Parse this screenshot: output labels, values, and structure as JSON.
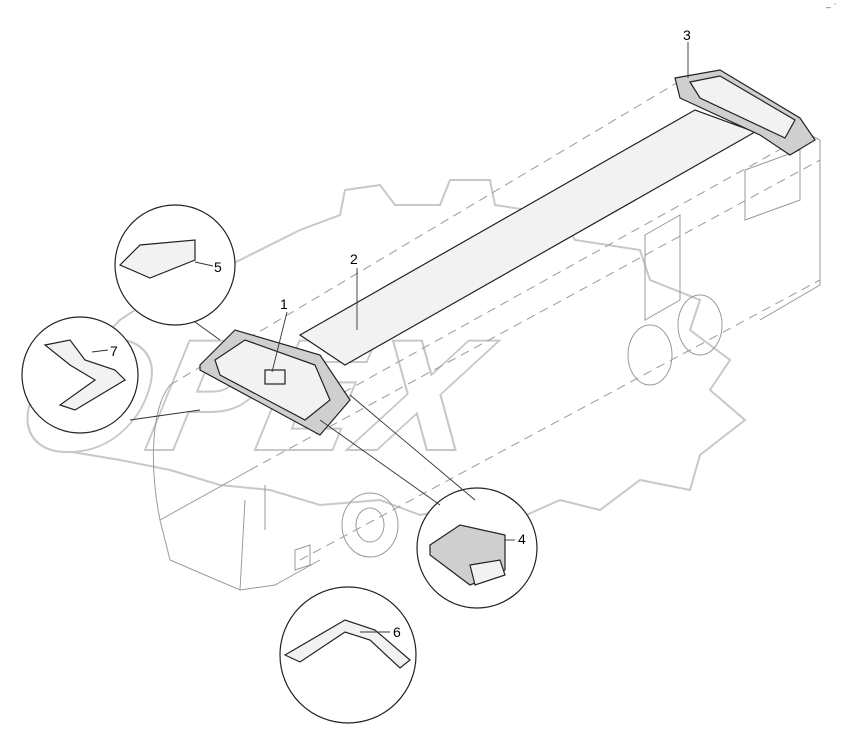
{
  "watermark": {
    "text": "OPEX"
  },
  "callouts": [
    "1",
    "2",
    "3",
    "4",
    "5",
    "6",
    "7"
  ],
  "corner_mark": "‒ ˊ"
}
